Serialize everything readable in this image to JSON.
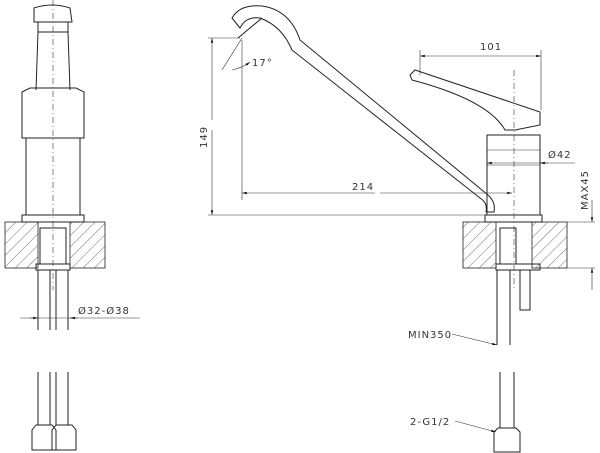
{
  "dimensions": {
    "handle_reach": "101",
    "spout_angle": "17°",
    "spout_height": "149",
    "spout_reach": "214",
    "body_diameter": "Ø42",
    "max_counter_thickness": "MAX45",
    "hole_diameter": "Ø32-Ø38",
    "hose_length": "MIN350",
    "connection": "2-G1/2"
  }
}
